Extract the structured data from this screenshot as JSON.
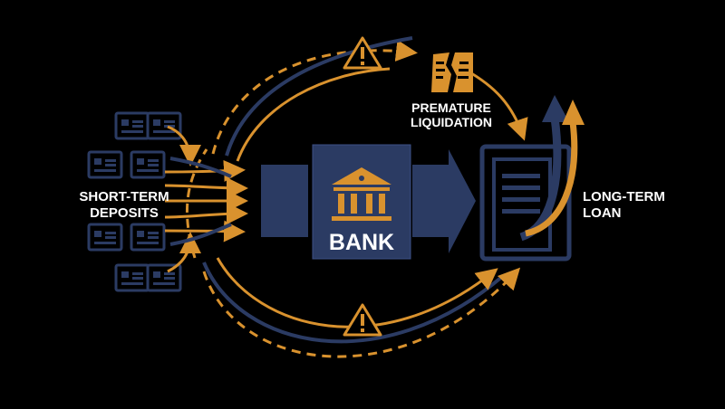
{
  "labels": {
    "deposits": [
      "SHORT-TERM",
      "DEPOSITS"
    ],
    "bank": "BANK",
    "premature": [
      "PREMATURE",
      "LIQUIDATION"
    ],
    "loan": [
      "LONG-TERM",
      "LOAN"
    ]
  },
  "icons": {
    "deposit_card": "deposit-card-icon",
    "bank": "bank-building-icon",
    "warning": "warning-triangle-icon",
    "broken_contract": "broken-document-icon",
    "loan_document": "loan-document-icon"
  },
  "colors": {
    "background": "#000000",
    "navy": "#2b3b63",
    "navy_light": "#34467a",
    "gold": "#d9922e",
    "white": "#ffffff"
  }
}
